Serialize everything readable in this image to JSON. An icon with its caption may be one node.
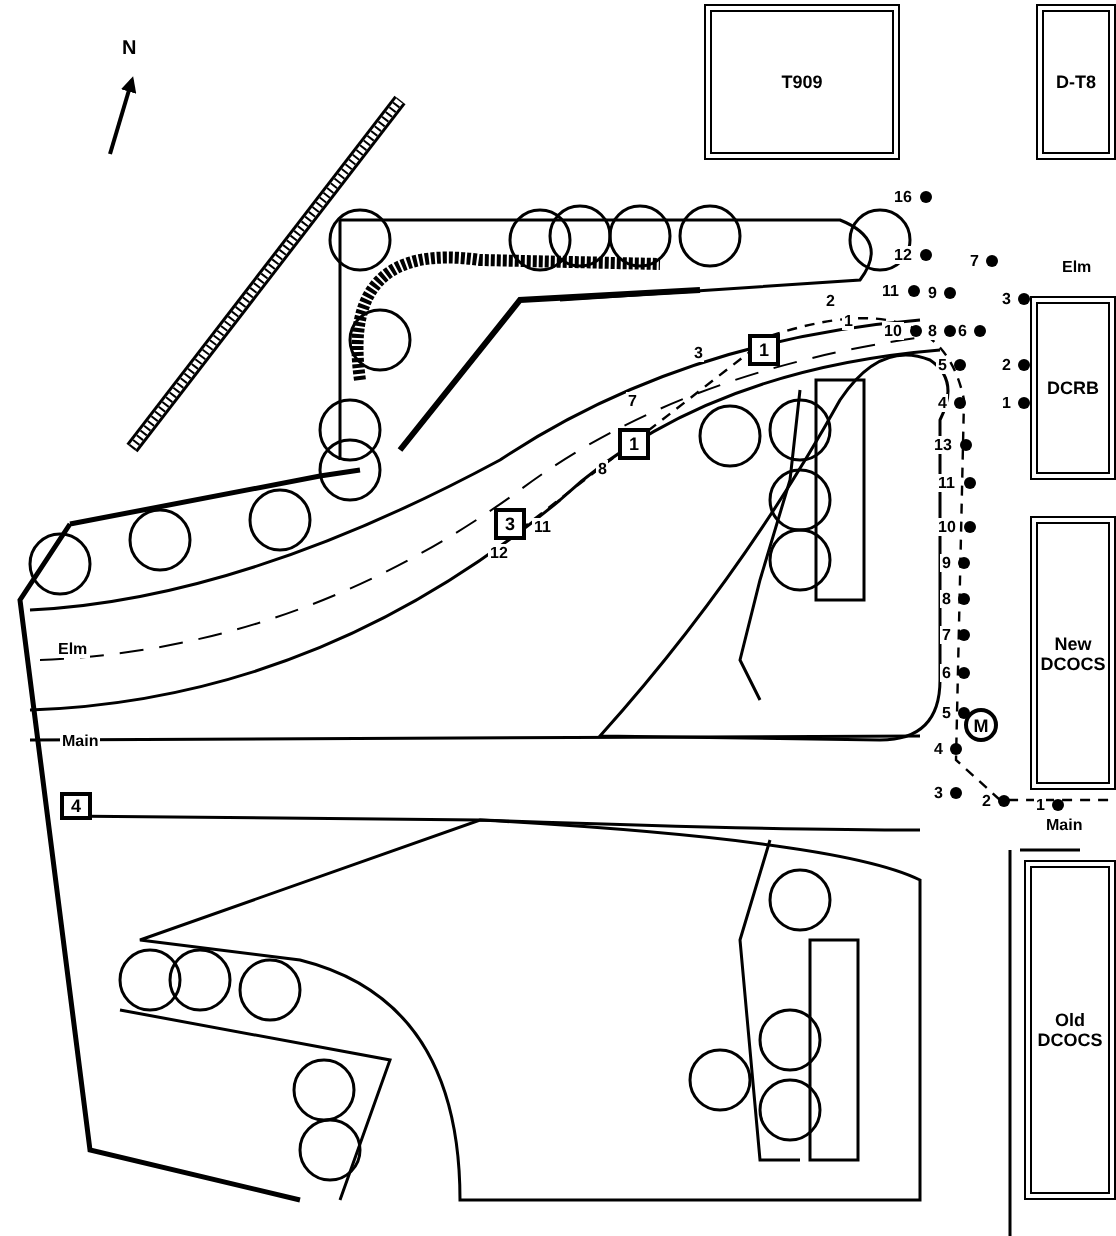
{
  "diagram": {
    "nodes": [
      {
        "text": [
          "T909"
        ]
      },
      {
        "text": [
          "D-T8"
        ]
      },
      {
        "text": [
          "DCRB"
        ]
      },
      {
        "text": [
          "New DCOCS"
        ]
      },
      {
        "text": [
          "Old DCOCS"
        ]
      },
      {
        "text": [
          "1"
        ]
      },
      {
        "text": [
          "1"
        ]
      },
      {
        "text": [
          "3"
        ]
      },
      {
        "text": [
          "4"
        ]
      },
      {
        "text": [
          "M"
        ]
      }
    ],
    "labels": [
      "N",
      "16",
      "12",
      "7",
      "Elm",
      "11",
      "9",
      "3",
      "10",
      "8",
      "6",
      "5",
      "2",
      "4",
      "1",
      "13",
      "11",
      "10",
      "9",
      "8",
      "7",
      "6",
      "5",
      "4",
      "3",
      "2",
      "1",
      "2",
      "1",
      "3",
      "7",
      "8",
      "11",
      "12",
      "Elm",
      "Main",
      "Main"
    ]
  }
}
